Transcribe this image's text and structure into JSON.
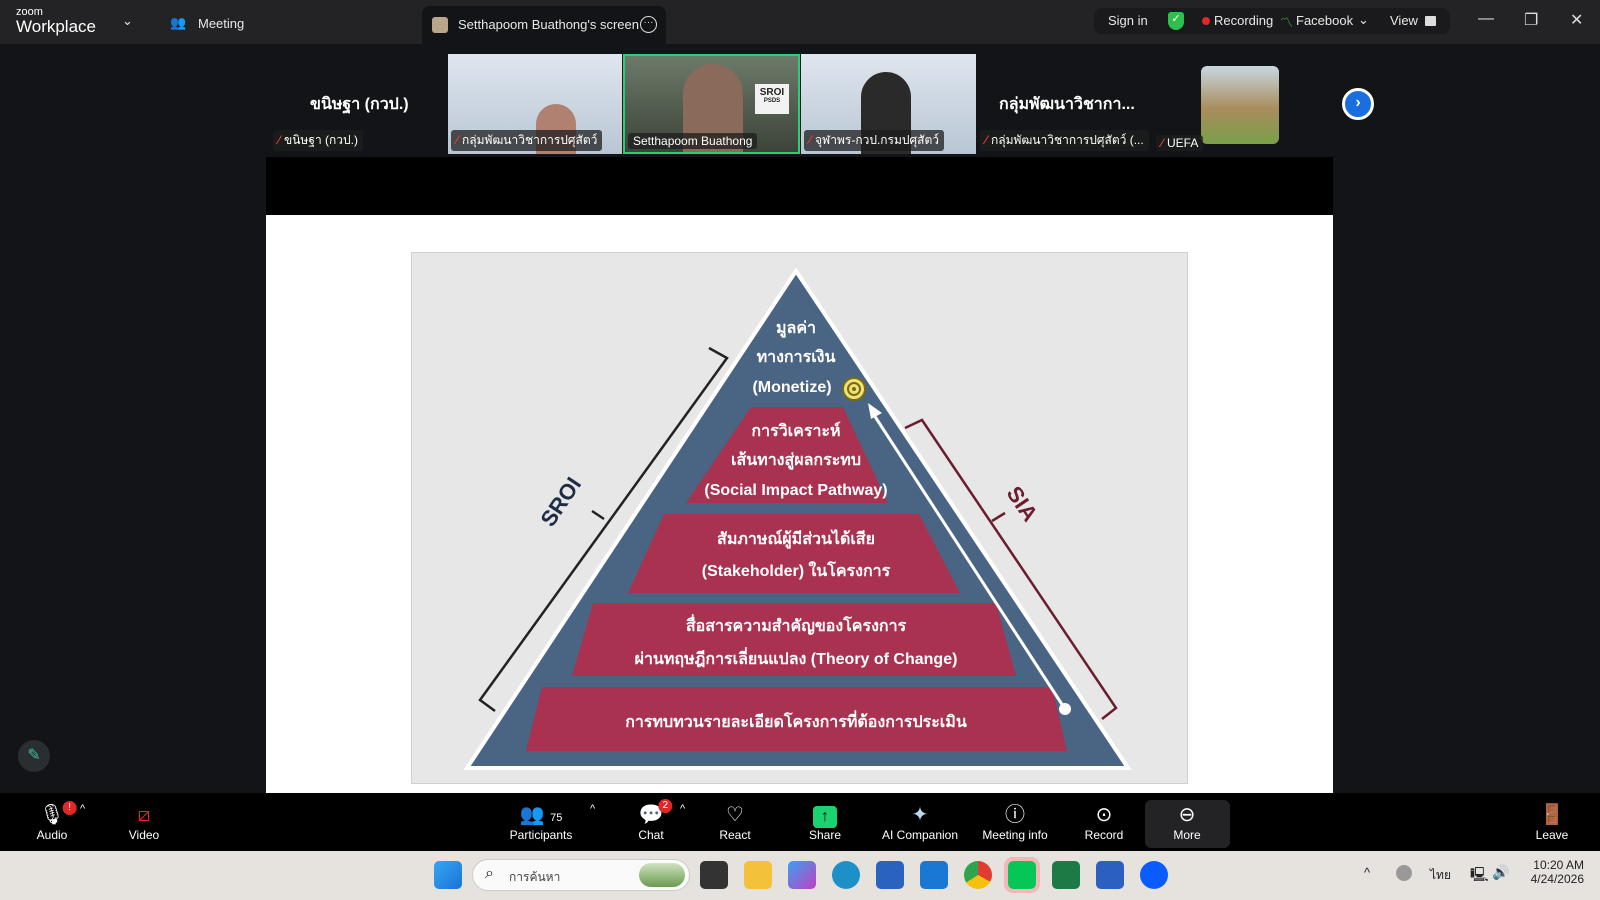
{
  "topbar": {
    "logo_small": "zoom",
    "logo_big": "Workplace",
    "meeting_label": "Meeting",
    "screen_tab": "Setthapoom Buathong's screen",
    "sign_in": "Sign in",
    "recording": "Recording",
    "facebook": "Facebook",
    "view": "View"
  },
  "gallery": {
    "name_tile_1": {
      "big": "ขนิษฐา (กวป.)",
      "tag": "ขนิษฐา (กวป.)"
    },
    "thumbs": [
      {
        "tag": "กลุ่มพัฒนาวิชาการปศุสัตว์"
      },
      {
        "tag": "Setthapoom Buathong",
        "sign": "SROI",
        "sign_sub": "PSDS"
      },
      {
        "tag": "จุฬาพร-กวป.กรมปศุสัตว์"
      }
    ],
    "name_tile_4": {
      "big": "กลุ่มพัฒนาวิชากา...",
      "tag": "กลุ่มพัฒนาวิชาการปศุสัตว์ (..."
    },
    "uefa_tag": "UEFA"
  },
  "slide": {
    "top": [
      "มูลค่า",
      "ทางการเงิน",
      "(Monetize)"
    ],
    "band2": [
      "การวิเคราะห์",
      "เส้นทางสู่ผลกระทบ",
      "(Social Impact Pathway)"
    ],
    "band3": [
      "สัมภาษณ์ผู้มีส่วนได้เสีย",
      "(Stakeholder) ในโครงการ"
    ],
    "band4": [
      "สื่อสารความสำคัญของโครงการ",
      "ผ่านทฤษฎีการเลี่ยนแปลง (Theory of Change)"
    ],
    "band5": [
      "การทบทวนรายละเอียดโครงการที่ต้องการประเมิน"
    ],
    "left_label": "SROI",
    "right_label": "SIA",
    "colors": {
      "pyramid": "#4a6584",
      "band": "#a8324f",
      "bg": "#e7e7e7"
    }
  },
  "toolbar": {
    "audio": "Audio",
    "video": "Video",
    "participants": "Participants",
    "participants_count": "75",
    "chat": "Chat",
    "chat_badge": "2",
    "react": "React",
    "share": "Share",
    "ai": "AI Companion",
    "info": "Meeting info",
    "record": "Record",
    "more": "More",
    "leave": "Leave"
  },
  "taskbar": {
    "search_placeholder": "การค้นหา",
    "lang": "ไทย",
    "time": "10:20 AM",
    "date": "4/24/2026"
  }
}
